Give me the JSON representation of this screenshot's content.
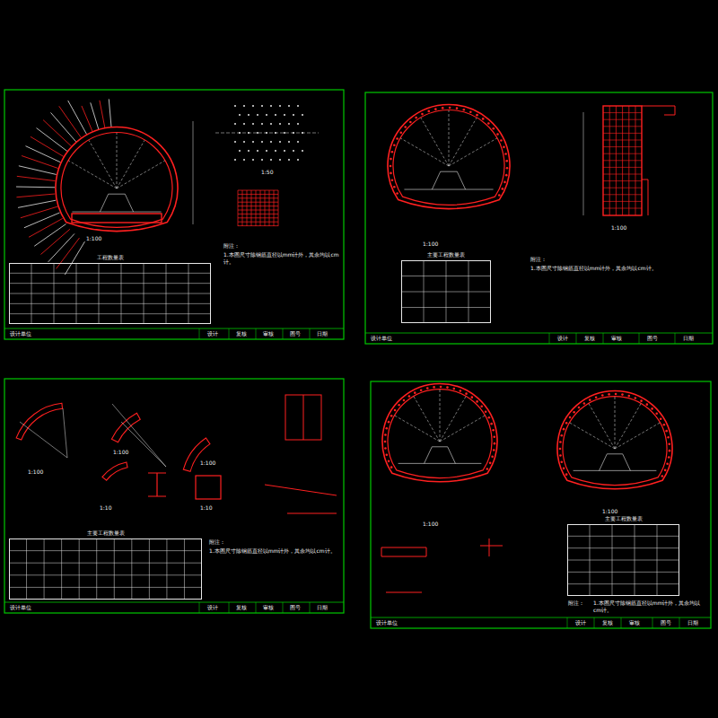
{
  "diagram": {
    "nodes": [
      {
        "text": [
          "工程数量表"
        ]
      },
      {
        "text": [
          "主要工程数量表"
        ]
      },
      {
        "text": [
          "主要工程数量表"
        ]
      },
      {
        "text": [
          "主要工程数量表"
        ]
      }
    ],
    "labels": [
      "1:100",
      "1:50",
      "附注：",
      "1.本图尺寸除钢筋直径以mm计外，其余均以cm计。",
      "设计单位",
      "设计",
      "复核",
      "审核",
      "图号",
      "日期",
      "1:100",
      "1:100",
      "附注：",
      "1.本图尺寸除钢筋直径以mm计外，其余均以cm计。",
      "设计单位",
      "设计",
      "复核",
      "审核",
      "图号",
      "日期",
      "1:100",
      "1:100",
      "1:100",
      "1:10",
      "1:10",
      "附注：",
      "1.本图尺寸除钢筋直径以mm计外，其余均以cm计。",
      "设计单位",
      "设计",
      "复核",
      "审核",
      "图号",
      "日期",
      "1:100",
      "1:100",
      "附注：",
      "1.本图尺寸除钢筋直径以mm计外，其余均以cm计。",
      "设计单位",
      "设计",
      "复核",
      "审核",
      "图号",
      "日期"
    ]
  }
}
